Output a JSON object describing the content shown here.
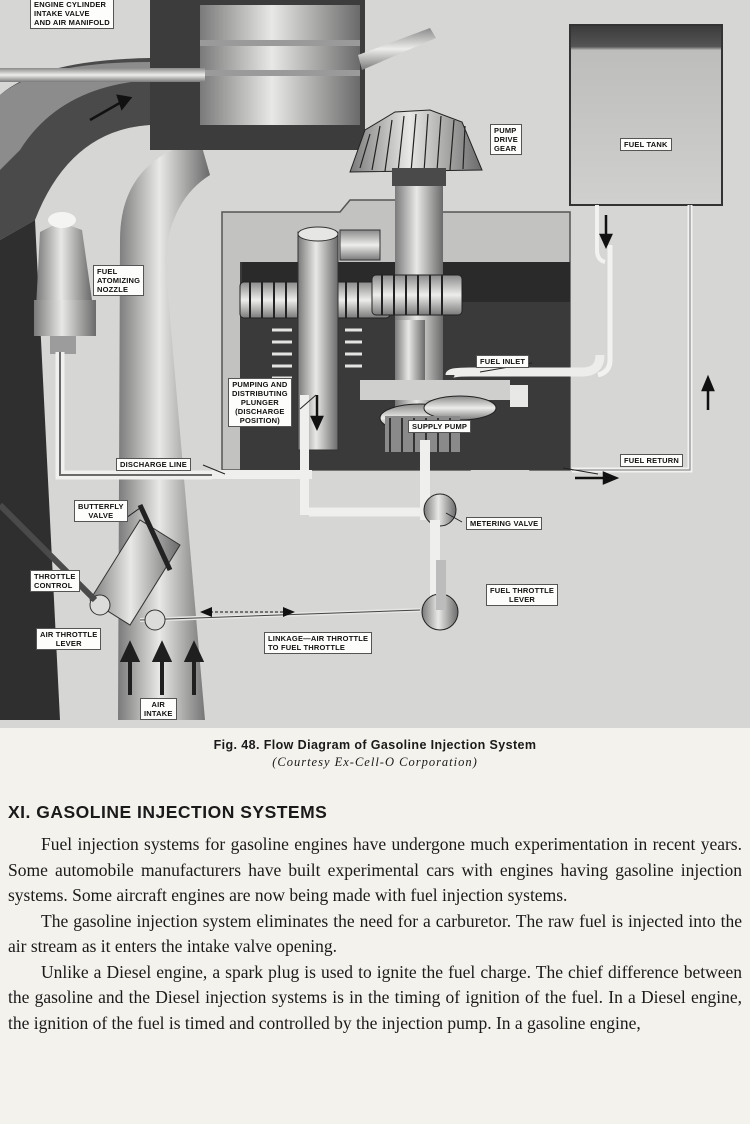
{
  "figure": {
    "labels": {
      "engine_cylinder": "ENGINE CYLINDER\nINTAKE VALVE\nAND AIR MANIFOLD",
      "pump_drive_gear": "PUMP\nDRIVE\nGEAR",
      "fuel_tank": "FUEL TANK",
      "fuel_atomizing_nozzle": "FUEL\nATOMIZING\nNOZZLE",
      "fuel_inlet": "FUEL INLET",
      "pumping_plunger": "PUMPING AND\nDISTRIBUTING\nPLUNGER\n(DISCHARGE\nPOSITION)",
      "supply_pump": "SUPPLY PUMP",
      "discharge_line": "DISCHARGE LINE",
      "fuel_return": "FUEL RETURN",
      "butterfly_valve": "BUTTERFLY\nVALVE",
      "metering_valve": "METERING VALVE",
      "throttle_control": "THROTTLE\nCONTROL",
      "fuel_throttle_lever": "FUEL THROTTLE\nLEVER",
      "air_throttle_lever": "AIR THROTTLE\nLEVER",
      "linkage": "LINKAGE—AIR THROTTLE\nTO FUEL THROTTLE",
      "air_intake": "AIR\nINTAKE"
    }
  },
  "caption": {
    "title": "Fig. 48. Flow Diagram of Gasoline Injection System",
    "credit": "(Courtesy Ex-Cell-O Corporation)"
  },
  "section": {
    "heading": "XI. GASOLINE INJECTION SYSTEMS",
    "paragraphs": [
      "Fuel injection systems for gasoline engines have undergone much experimentation in recent years. Some automobile manufacturers have built experimental cars with engines having gasoline injection systems. Some aircraft engines are now being made with fuel injection systems.",
      "The gasoline injection system eliminates the need for a carburetor. The raw fuel is injected into the air stream as it enters the intake valve opening.",
      "Unlike a Diesel engine, a spark plug is used to ignite the fuel charge. The chief difference between the gasoline and the Diesel injection systems is in the timing of ignition of the fuel. In a Diesel engine, the ignition of the fuel is timed and controlled by the injection pump. In a gasoline engine,"
    ]
  }
}
